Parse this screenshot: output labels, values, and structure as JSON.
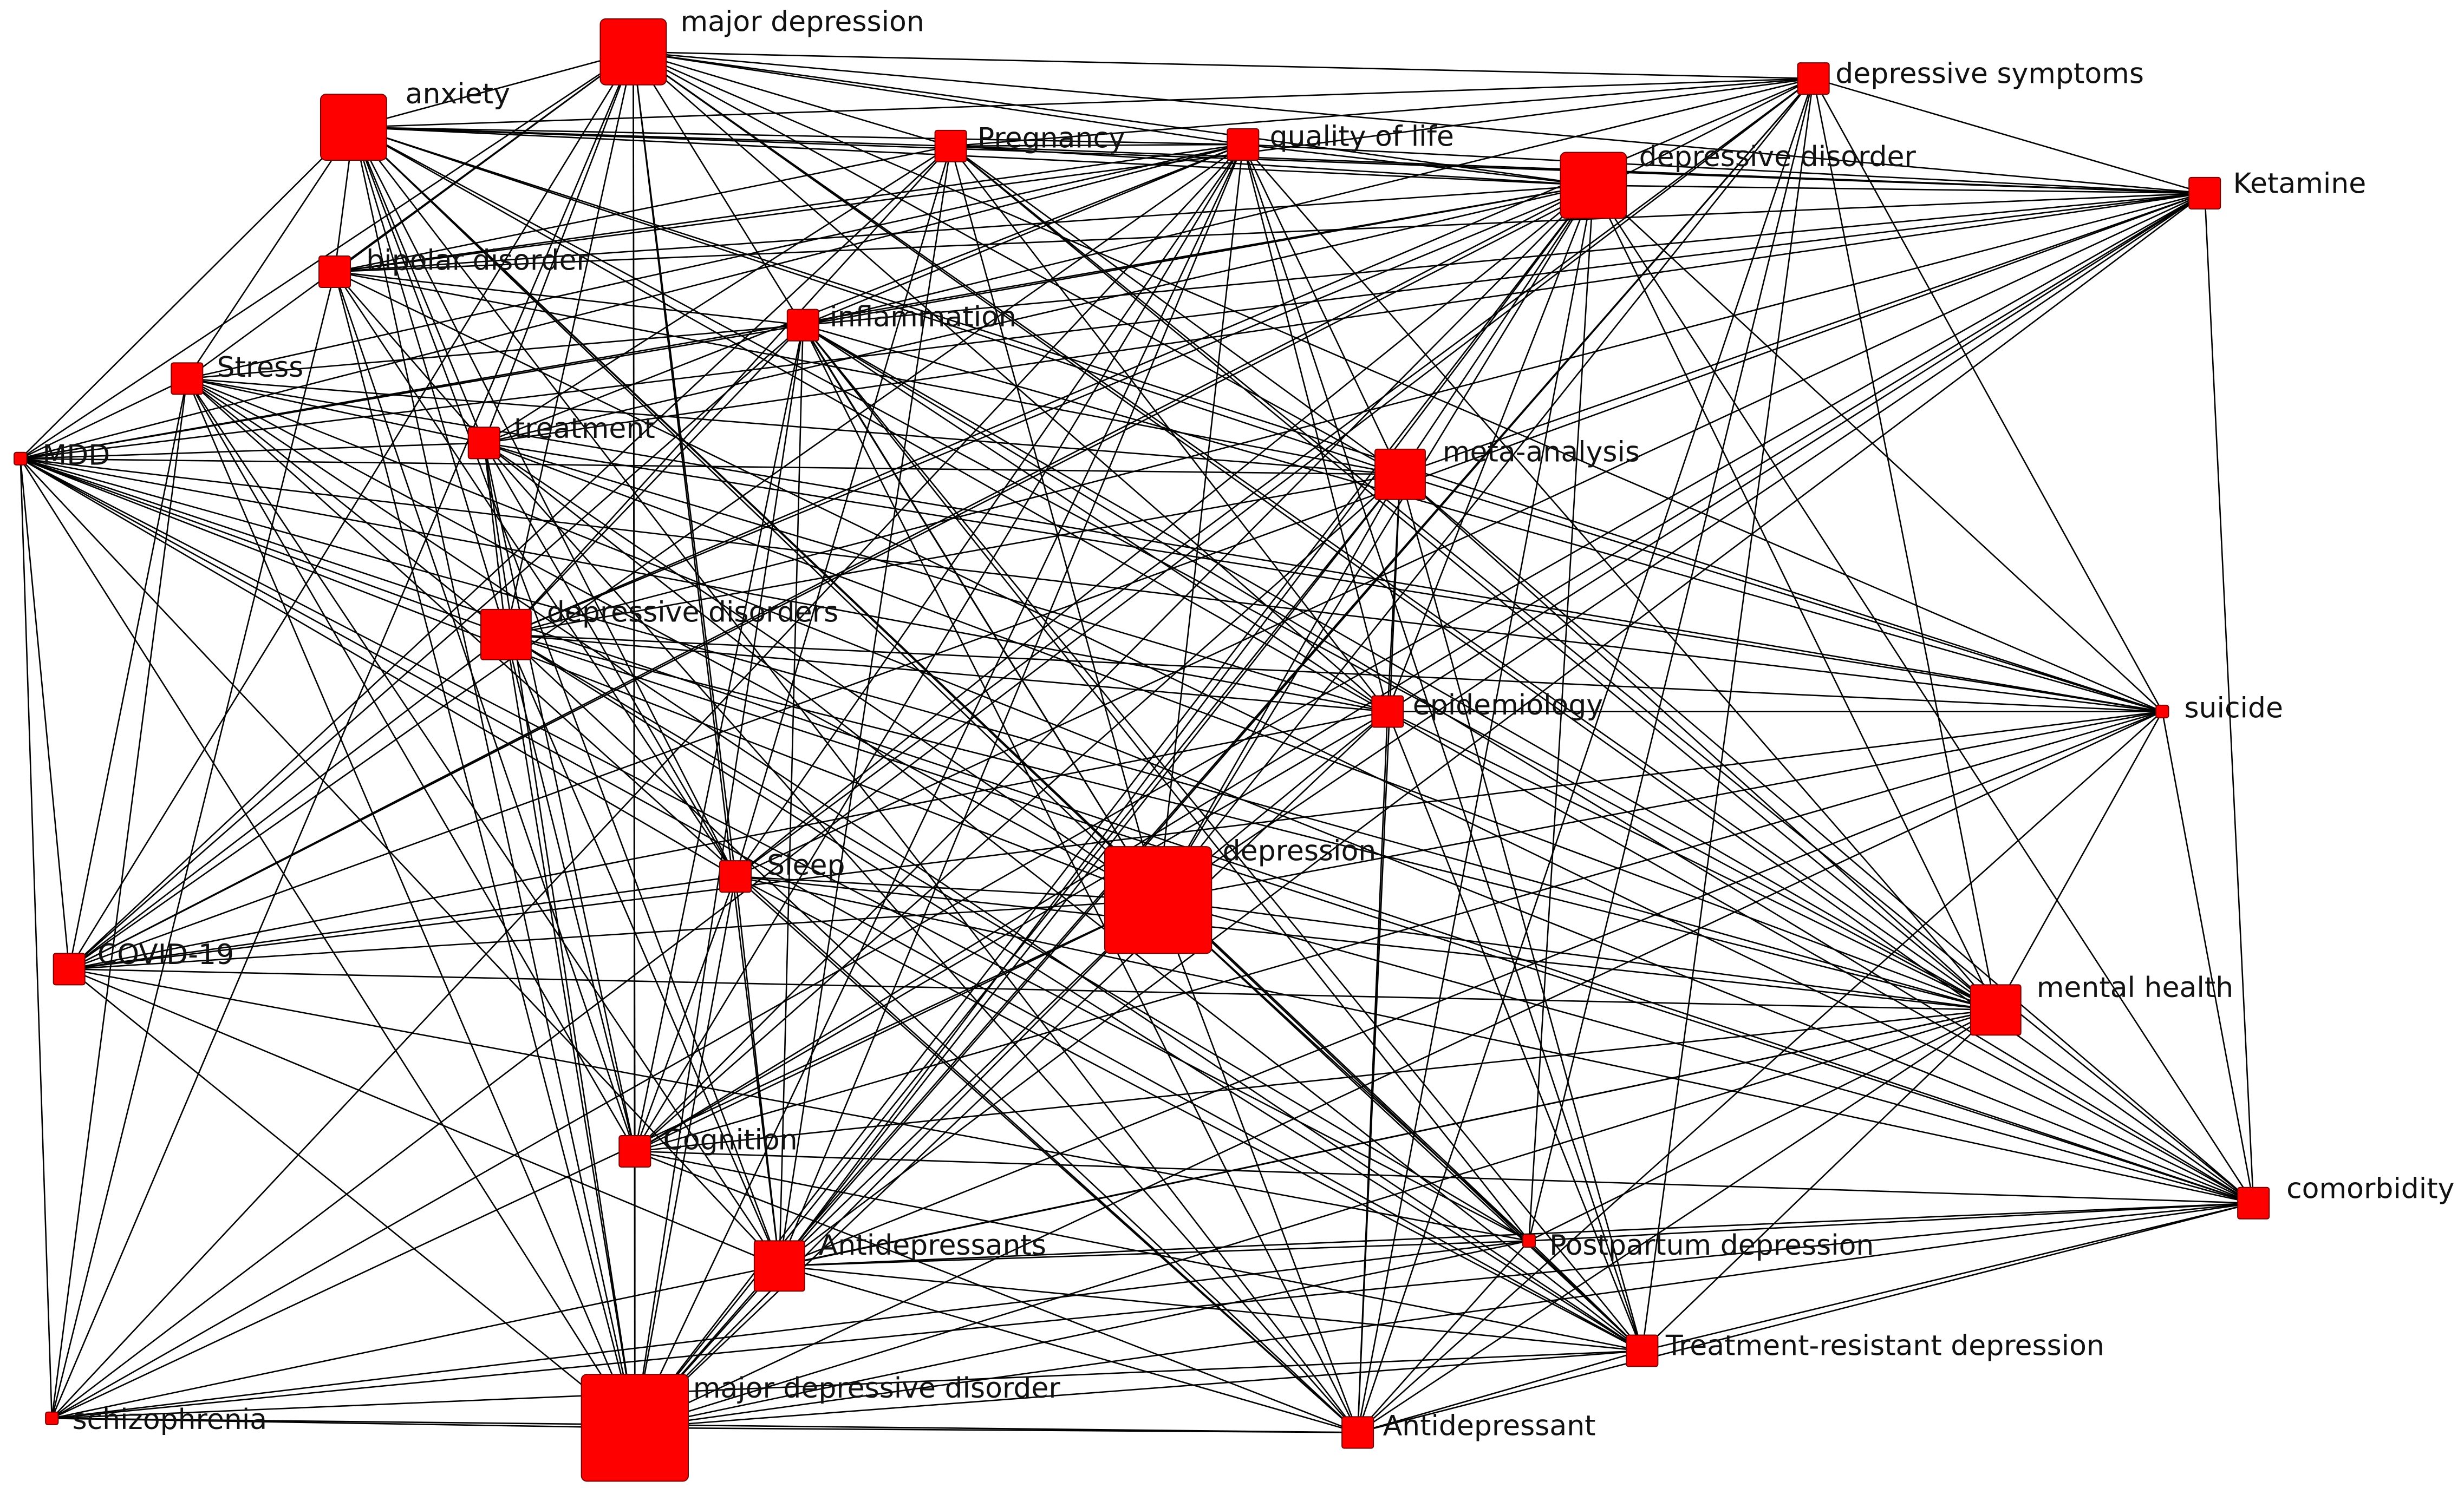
{
  "colors": {
    "node_fill": "#ff0000",
    "edge": "#000000",
    "background": "#ffffff"
  },
  "nodes": [
    {
      "id": "major-depression",
      "label": "major depression",
      "size": 3
    },
    {
      "id": "anxiety",
      "label": "anxiety",
      "size": 3
    },
    {
      "id": "pregnancy",
      "label": "Pregnancy",
      "size": 1
    },
    {
      "id": "quality-of-life",
      "label": "quality of life",
      "size": 1
    },
    {
      "id": "depressive-symptoms",
      "label": "depressive symptoms",
      "size": 1
    },
    {
      "id": "depressive-disorder",
      "label": "depressive disorder",
      "size": 3
    },
    {
      "id": "ketamine",
      "label": "Ketamine",
      "size": 1
    },
    {
      "id": "bipolar-disorder",
      "label": "bipolar disorder",
      "size": 1
    },
    {
      "id": "inflammation",
      "label": "inflammation",
      "size": 1
    },
    {
      "id": "stress",
      "label": "Stress",
      "size": 1
    },
    {
      "id": "mdd",
      "label": "MDD",
      "size": 0
    },
    {
      "id": "treatment",
      "label": "treatment",
      "size": 1
    },
    {
      "id": "meta-analysis",
      "label": "meta-analysis",
      "size": 2
    },
    {
      "id": "depressive-disorders",
      "label": "depressive disorders",
      "size": 2
    },
    {
      "id": "epidemiology",
      "label": "epidemiology",
      "size": 1
    },
    {
      "id": "suicide",
      "label": "suicide",
      "size": 0
    },
    {
      "id": "sleep",
      "label": "Sleep",
      "size": 1
    },
    {
      "id": "depression",
      "label": "depression",
      "size": 4
    },
    {
      "id": "covid-19",
      "label": "COVID-19",
      "size": 1
    },
    {
      "id": "mental-health",
      "label": "mental health",
      "size": 2
    },
    {
      "id": "cognition",
      "label": "Cognition",
      "size": 1
    },
    {
      "id": "comorbidity",
      "label": "comorbidity",
      "size": 1
    },
    {
      "id": "antidepressants",
      "label": "Antidepressants",
      "size": 2
    },
    {
      "id": "postpartum-depression",
      "label": "Postpartum depression",
      "size": 0
    },
    {
      "id": "treatment-resistant-depression",
      "label": "Treatment-resistant depression",
      "size": 1
    },
    {
      "id": "schizophrenia",
      "label": "schizophrenia",
      "size": 0
    },
    {
      "id": "major-depressive-disorder",
      "label": "major depressive disorder",
      "size": 4
    },
    {
      "id": "antidepressant",
      "label": "Antidepressant",
      "size": 1
    }
  ]
}
